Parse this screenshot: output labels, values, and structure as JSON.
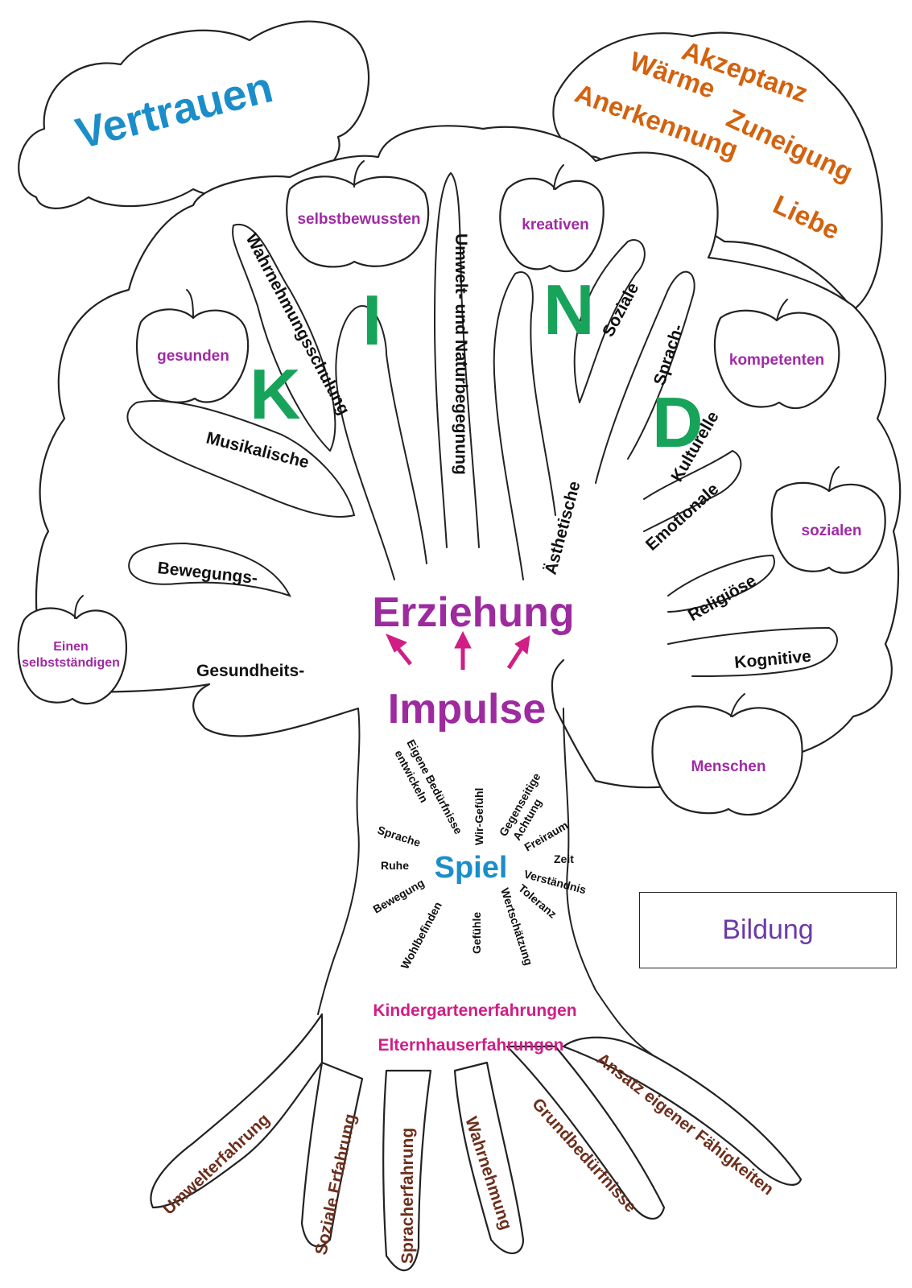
{
  "clouds": {
    "left": "Vertrauen",
    "right": [
      "Akzeptanz",
      "Wärme",
      "Zuneigung",
      "Anerkennung",
      "Liebe"
    ]
  },
  "apples": {
    "selbstbewussten": "selbstbewussten",
    "kreativen": "kreativen",
    "gesunden": "gesunden",
    "kompetenten": "kompetenten",
    "sozialen": "sozialen",
    "selbststaendigen_line1": "Einen",
    "selbststaendigen_line2": "selbstständigen",
    "menschen": "Menschen"
  },
  "kind_letters": [
    "K",
    "I",
    "N",
    "D"
  ],
  "branches": {
    "wahrnehmung": "Wahrnehmungsschulung",
    "umwelt": "Umwelt- und Naturbegegnung",
    "soziale": "Soziale",
    "sprach": "Sprach-",
    "musikalische": "Musikalische",
    "aesthetische": "Ästhetische",
    "kulturelle": "Kulturelle",
    "emotionale": "Emotionale",
    "bewegungs": "Bewegungs-",
    "gesundheits": "Gesundheits-",
    "religioese": "Religiöse",
    "kognitive": "Kognitive"
  },
  "center": {
    "erziehung": "Erziehung",
    "impulse": "Impulse"
  },
  "trunk": {
    "spiel": "Spiel",
    "words": {
      "eigene_1": "Eigene Bedürfnisse",
      "eigene_2": "entwickeln",
      "wirgefuehl": "Wir-Gefühl",
      "gegenseitige_1": "Gegenseitige",
      "gegenseitige_2": "Achtung",
      "sprache": "Sprache",
      "freiraum": "Freiraum",
      "zeit": "Zeit",
      "ruhe": "Ruhe",
      "verstaendnis": "Verständnis",
      "bewegung": "Bewegung",
      "toleranz": "Toleranz",
      "wohlbefinden": "Wohlbefinden",
      "gefuehle": "Gefühle",
      "wertschaetzung": "Wertschätzung"
    },
    "kindergarten": "Kindergartenerfahrungen",
    "elternhaus": "Elternhauserfahrungen"
  },
  "roots": {
    "umwelt": "Umwelterfahrung",
    "soziale": "Soziale Erfahrung",
    "sprach": "Spracherfahrung",
    "wahrnehmung": "Wahrnehmung",
    "grund": "Grundbedürfnisse",
    "ansatz": "Ansatz eigener Fähigkeiten"
  },
  "legend_box": {
    "label": "Bildung"
  },
  "colors": {
    "letters": "#18a35a",
    "fruit_labels": "#a02aa5",
    "erziehung": "#9d2a9f",
    "vertrauen": "#1b8ec9",
    "emotional_words": "#d3620f",
    "experiences": "#d01e86",
    "roots": "#6d2e1c",
    "bildung": "#6a3aa8"
  }
}
